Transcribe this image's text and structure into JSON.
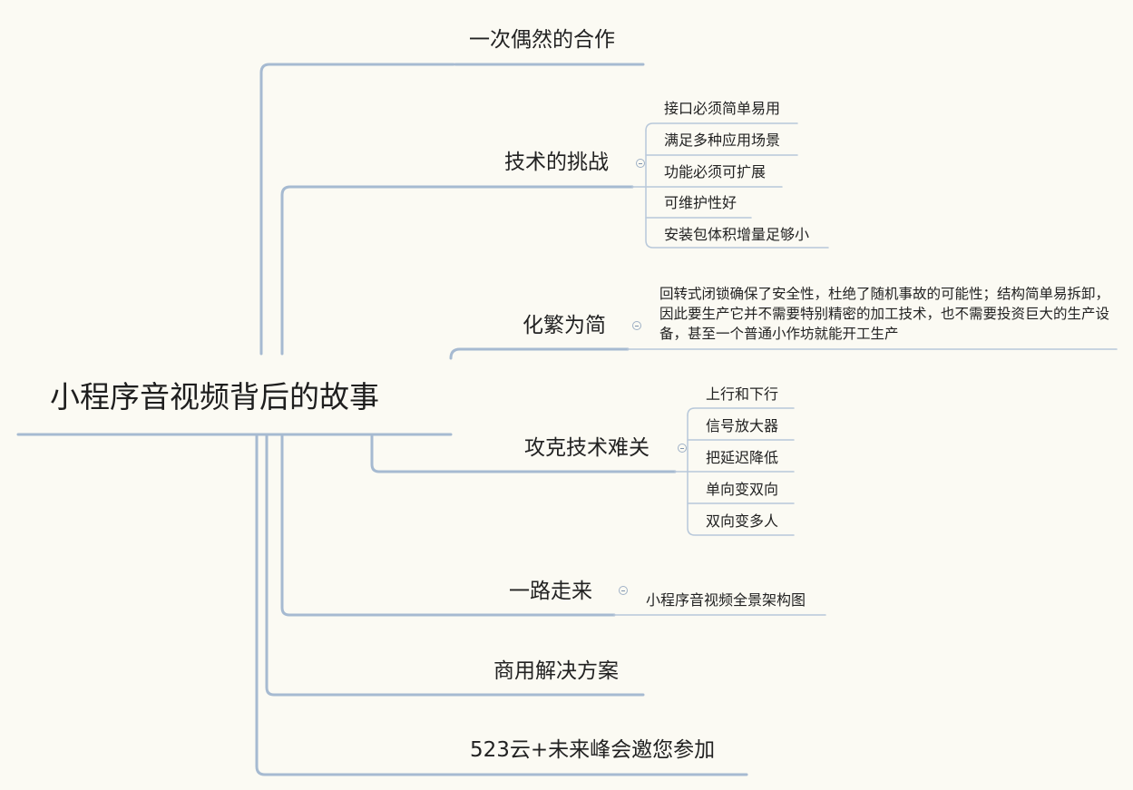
{
  "colors": {
    "background": "#fbfaf3",
    "connector": "#a6bad1",
    "connector_thin": "#b8c8da"
  },
  "root": {
    "label": "小程序音视频背后的故事"
  },
  "topics": [
    {
      "label": "一次偶然的合作"
    },
    {
      "label": "技术的挑战",
      "children": [
        "接口必须简单易用",
        "满足多种应用场景",
        "功能必须可扩展",
        "可维护性好",
        "安装包体积增量足够小"
      ]
    },
    {
      "label": "化繁为简",
      "children": [
        "回转式闭锁确保了安全性，杜绝了随机事故的可能性；结构简单易拆卸，因此要生产它并不需要特别精密的加工技术，也不需要投资巨大的生产设备，甚至一个普通小作坊就能开工生产"
      ]
    },
    {
      "label": "攻克技术难关",
      "children": [
        "上行和下行",
        "信号放大器",
        "把延迟降低",
        "单向变双向",
        "双向变多人"
      ]
    },
    {
      "label": "一路走来",
      "children": [
        "小程序音视频全景架构图"
      ]
    },
    {
      "label": "商用解决方案"
    },
    {
      "label": "523云+未来峰会邀您参加"
    }
  ]
}
